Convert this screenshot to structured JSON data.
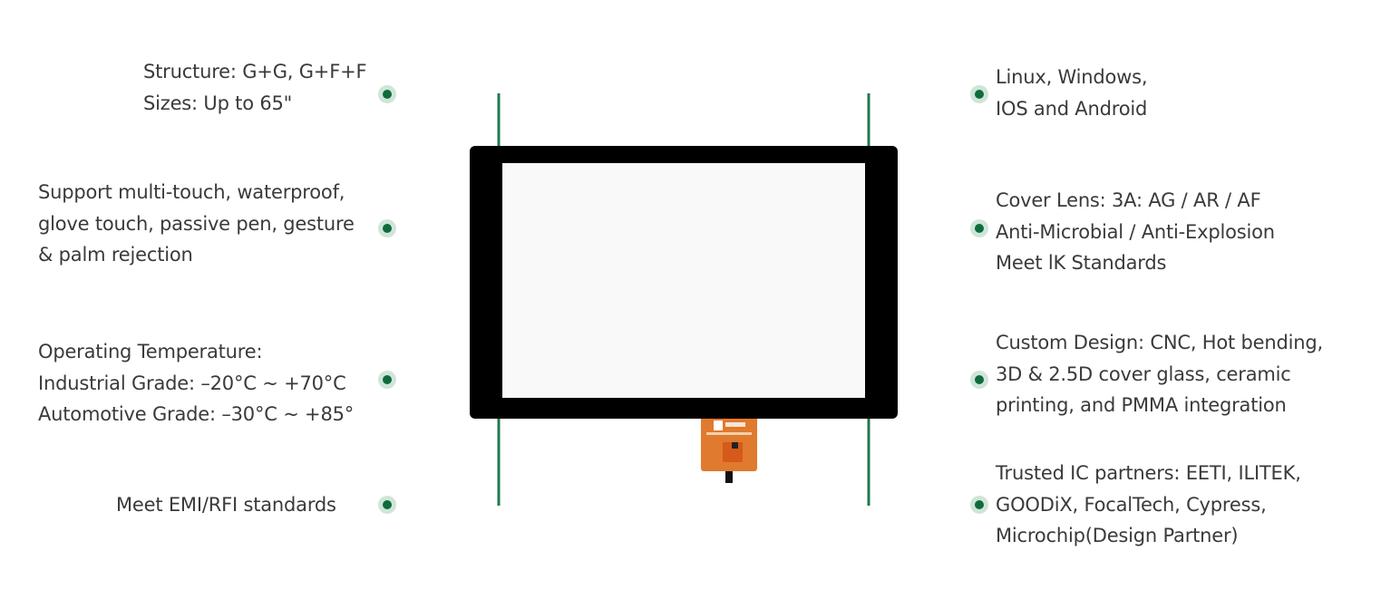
{
  "diagram": {
    "accent_color": "#0f6b3d",
    "dot_halo_color": "#cfe5d8",
    "device": {
      "type": "capacitive touch panel",
      "bezel_color": "#000000",
      "fpc_color": "#e07a2e"
    },
    "left_callouts": [
      {
        "lines": [
          "Structure: G+G, G+F+F",
          "Sizes: Up to 65\""
        ]
      },
      {
        "lines": [
          "Support multi-touch, waterproof,",
          "glove touch, passive pen, gesture",
          "& palm rejection"
        ]
      },
      {
        "lines": [
          "Operating Temperature:",
          "Industrial Grade: –20°C ~ +70°C",
          "Automotive Grade: –30°C ~ +85°"
        ]
      },
      {
        "lines": [
          "Meet EMI/RFI standards"
        ]
      }
    ],
    "right_callouts": [
      {
        "lines": [
          "Linux, Windows,",
          "IOS and Android"
        ]
      },
      {
        "lines": [
          "Cover Lens: 3A: AG / AR / AF",
          "Anti-Microbial / Anti-Explosion",
          "Meet lK Standards"
        ]
      },
      {
        "lines": [
          "Custom Design: CNC, Hot bending,",
          "3D & 2.5D cover glass, ceramic",
          "printing, and PMMA integration"
        ]
      },
      {
        "lines": [
          "Trusted IC partners: EETI, ILITEK,",
          "GOODiX, FocalTech, Cypress,",
          "Microchip(Design Partner)"
        ]
      }
    ]
  }
}
